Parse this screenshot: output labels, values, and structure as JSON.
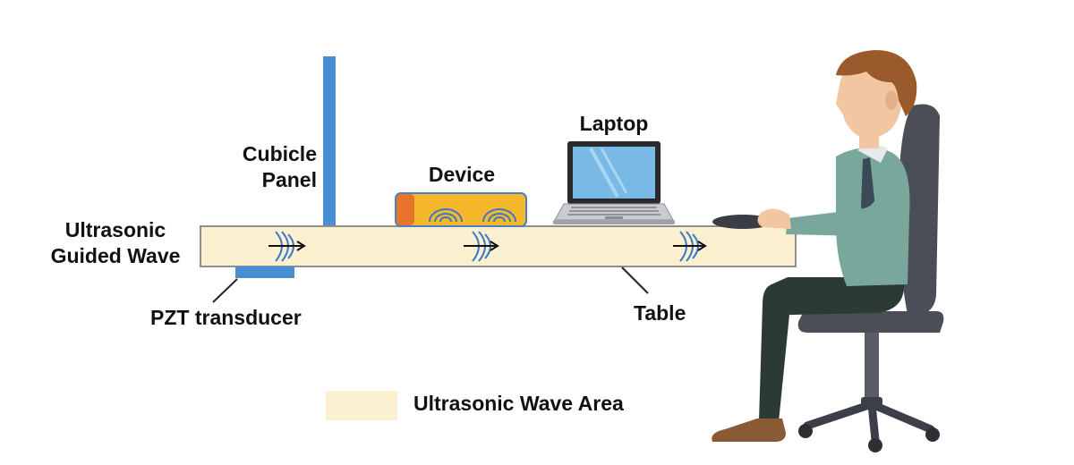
{
  "labels": {
    "cubicle_panel": [
      "Cubicle",
      "Panel"
    ],
    "device": "Device",
    "laptop": "Laptop",
    "ultrasonic_guided_wave": [
      "Ultrasonic",
      "Guided Wave"
    ],
    "pzt_transducer": "PZT transducer",
    "table": "Table"
  },
  "legend": {
    "label": "Ultrasonic Wave Area",
    "swatch_color": "#fbf0cf"
  },
  "colors": {
    "table_fill": "#fbf0cf",
    "table_stroke": "#9a9a9a",
    "panel_blue": "#4a8fd4",
    "device_fill": "#f5b82a",
    "device_accent": "#e8742a",
    "wave_blue": "#3a78c8",
    "laptop_screen": "#78b9e6",
    "chair_gray": "#4b4e57",
    "shirt": "#7aa79c",
    "pants": "#2c3a35",
    "hair": "#9a5a2c",
    "skin": "#f3c6a2",
    "shoe": "#8a5a36"
  }
}
